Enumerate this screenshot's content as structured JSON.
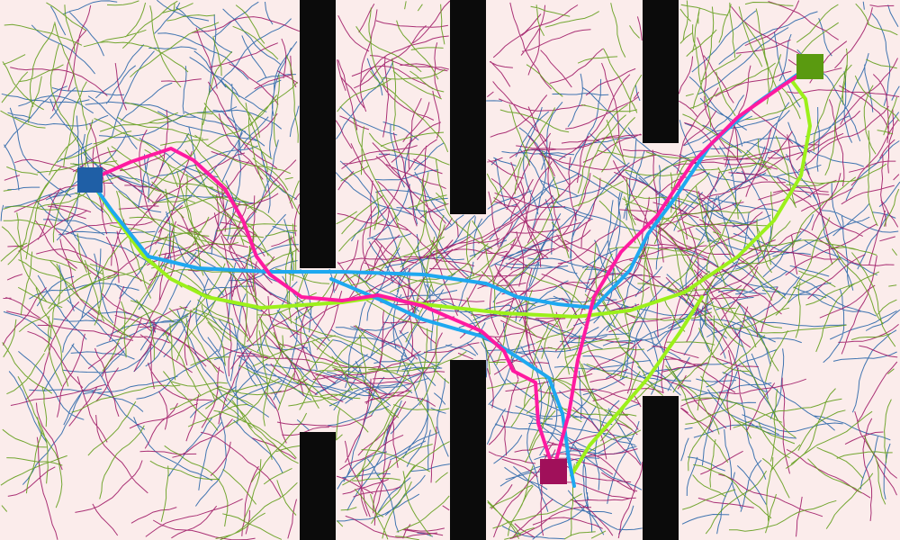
{
  "colors": {
    "background": "#fbeceb",
    "obstacle": "#0b0b0b",
    "tree_blue": "#1f5fa6",
    "tree_magenta": "#9b1060",
    "tree_green": "#5a9a10",
    "path_magenta": "#ff1aa0",
    "path_cyan": "#1ea8f0",
    "path_lime": "#9cf01a",
    "node_blue": "#1f5fa6",
    "node_green": "#5a9a10",
    "node_magenta": "#a0105a"
  },
  "icons": [
    "start-node-blue",
    "start-node-green",
    "goal-node-magenta"
  ]
}
